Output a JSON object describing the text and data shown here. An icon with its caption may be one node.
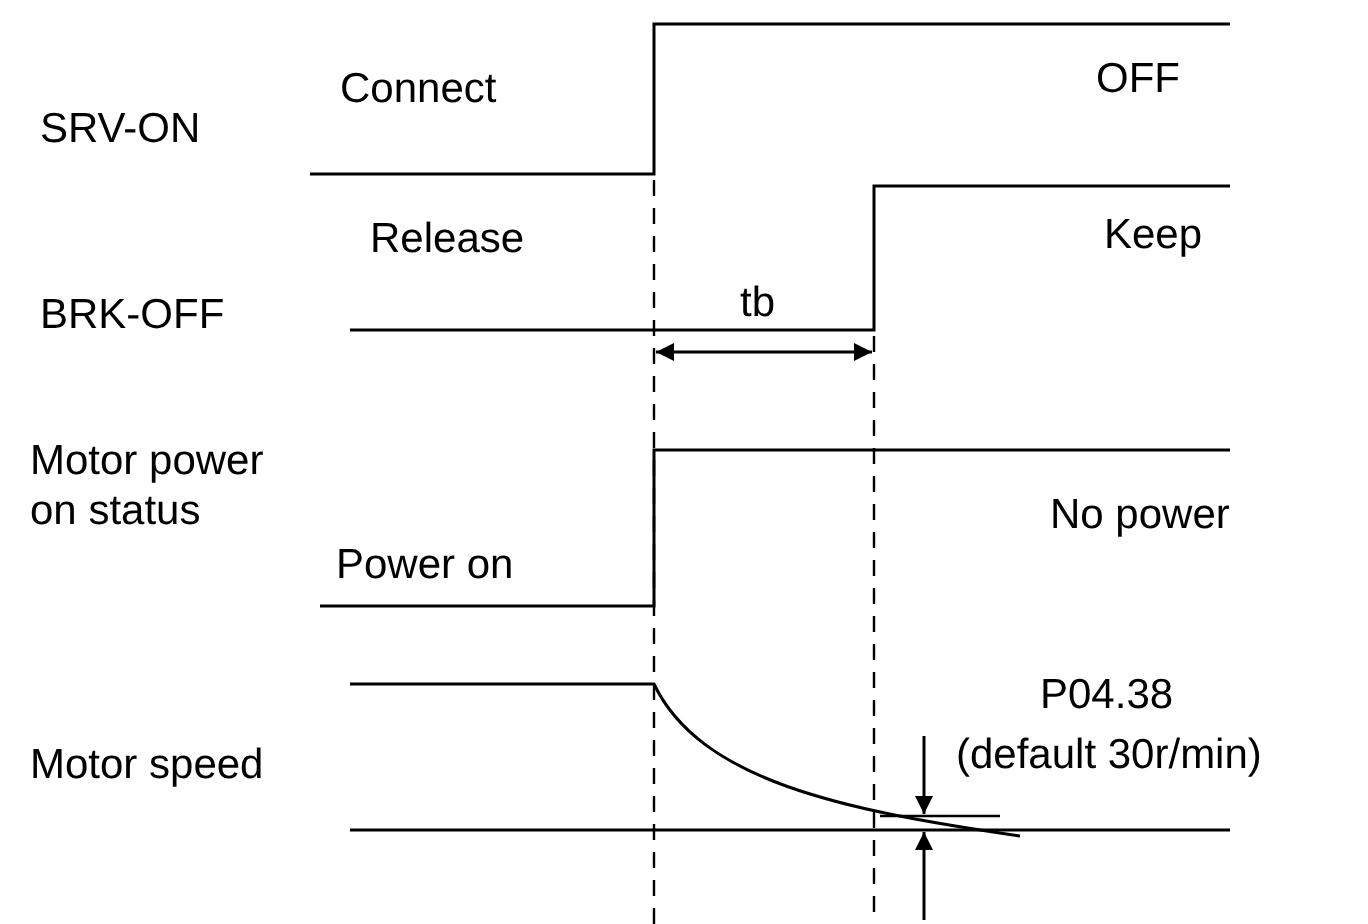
{
  "diagram": {
    "labels": [
      "SRV-ON",
      "Connect",
      "OFF",
      "Release",
      "Keep",
      "BRK-OFF",
      "tb",
      "Motor power on status",
      "Power on",
      "No power",
      "P04.38",
      "Motor speed",
      "(default 30r/min)"
    ]
  }
}
